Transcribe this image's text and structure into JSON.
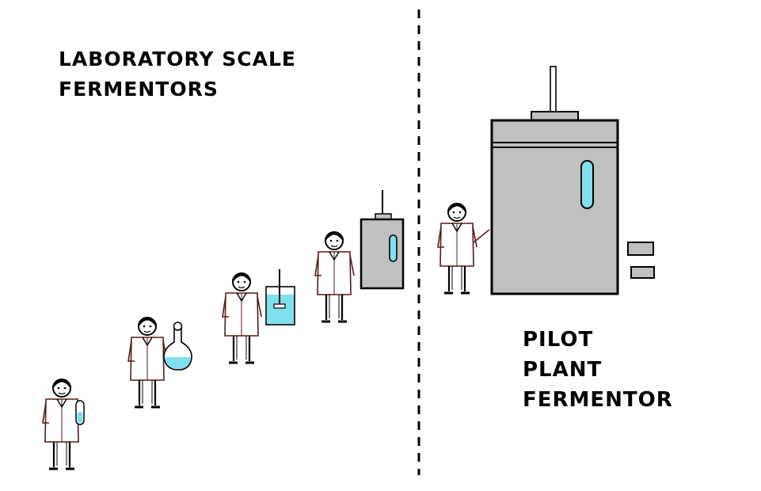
{
  "labels": {
    "laboratory": [
      "LABORATORY SCALE",
      "FERMENTORS"
    ],
    "pilot": [
      "PILOT",
      "PLANT",
      "FERMENTOR"
    ]
  },
  "colors": {
    "liquid": "#7FE0EE",
    "vessel": "#C0C0C0",
    "outline": "#000000",
    "coat_outline": "#5A1A1A"
  },
  "icons": {
    "scientist": "scientist-figure-icon",
    "test_tube": "test-tube-icon",
    "flask": "round-bottom-flask-icon",
    "beaker": "stirred-beaker-icon",
    "small_fermentor": "bench-fermentor-icon",
    "pilot_fermentor": "pilot-plant-fermentor-icon"
  }
}
